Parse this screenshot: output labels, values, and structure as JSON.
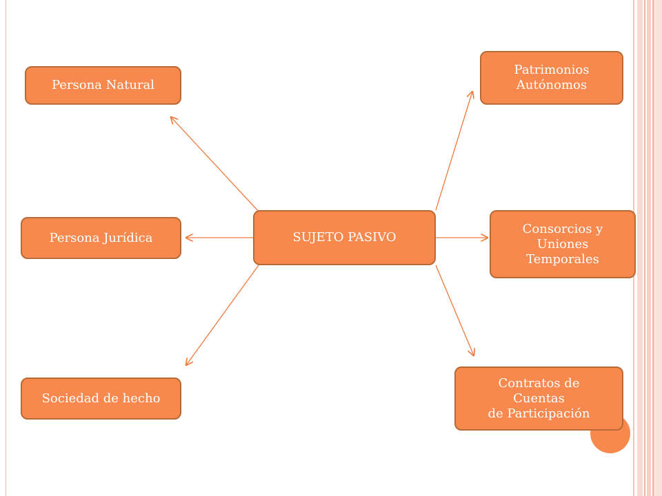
{
  "diagram": {
    "center": "SUJETO PASIVO",
    "left_nodes": {
      "persona_natural": "Persona Natural",
      "persona_juridica": "Persona Jurídica",
      "sociedad_hecho": "Sociedad de hecho"
    },
    "right_nodes": {
      "patrimonios": "Patrimonios\nAutónomos",
      "consorcios": "Consorcios y\nUniones\nTemporales",
      "contratos": "Contratos de\nCuentas\nde Participación"
    }
  },
  "colors": {
    "node_fill": "#f7894e",
    "node_border": "#b86a34",
    "connector": "#f07a3c",
    "node_text": "#ffffff"
  }
}
